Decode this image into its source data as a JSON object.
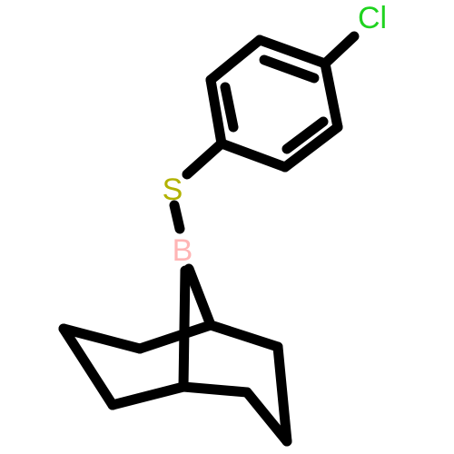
{
  "molecule": {
    "atoms": {
      "chlorine": {
        "symbol": "Cl",
        "color": "#1fd31f"
      },
      "sulfur": {
        "symbol": "S",
        "color": "#b2b200"
      },
      "boron": {
        "symbol": "B",
        "color": "#ffb5b5"
      }
    },
    "bond_color": "#000000",
    "background": "#ffffff"
  }
}
